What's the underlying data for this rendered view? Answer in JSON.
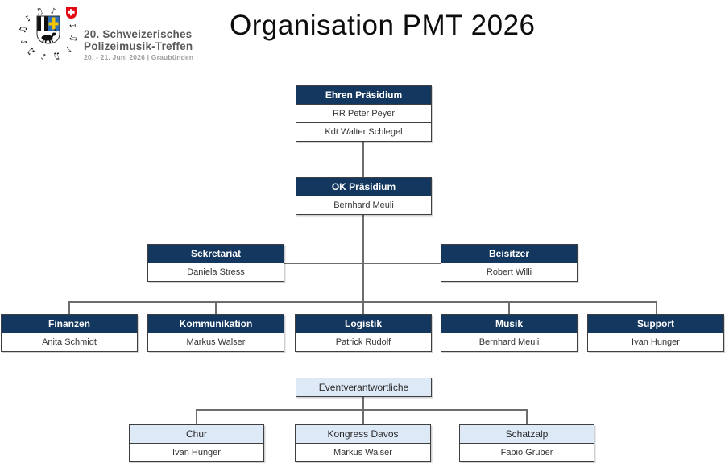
{
  "logo": {
    "name_line1": "20. Schweizerisches",
    "name_line2": "Polizeimusik-Treffen",
    "subtitle": "20. - 21. Juni 2026 | Graubünden",
    "icons": [
      "music-notes-ring",
      "graubuenden-coat-of-arms",
      "swiss-cross"
    ]
  },
  "title": "Organisation PMT 2026",
  "colors": {
    "header_navy": "#14375f",
    "header_light_blue": "#dde9f7",
    "connector_gray": "#6d6d6d",
    "box_border": "#3f3f3f",
    "swiss_red": "#e30613",
    "shield_blue": "#2f6db8",
    "shield_yellow": "#f2c500"
  },
  "org": {
    "ehren": {
      "label": "Ehren Präsidium",
      "members": [
        "RR Peter Peyer",
        "Kdt Walter Schlegel"
      ]
    },
    "ok": {
      "label": "OK Präsidium",
      "members": [
        "Bernhard Meuli"
      ]
    },
    "sekretariat": {
      "label": "Sekretariat",
      "members": [
        "Daniela Stress"
      ]
    },
    "beisitzer": {
      "label": "Beisitzer",
      "members": [
        "Robert Willi"
      ]
    },
    "finanzen": {
      "label": "Finanzen",
      "members": [
        "Anita Schmidt"
      ]
    },
    "kommunikation": {
      "label": "Kommunikation",
      "members": [
        "Markus Walser"
      ]
    },
    "logistik": {
      "label": "Logistik",
      "members": [
        "Patrick Rudolf"
      ]
    },
    "musik": {
      "label": "Musik",
      "members": [
        "Bernhard Meuli"
      ]
    },
    "support": {
      "label": "Support",
      "members": [
        "Ivan Hunger"
      ]
    },
    "event": {
      "label": "Eventverantwortliche",
      "members": []
    },
    "chur": {
      "label": "Chur",
      "members": [
        "Ivan Hunger"
      ]
    },
    "kongress": {
      "label": "Kongress Davos",
      "members": [
        "Markus Walser"
      ]
    },
    "schatzalp": {
      "label": "Schatzalp",
      "members": [
        "Fabio Gruber"
      ]
    }
  }
}
